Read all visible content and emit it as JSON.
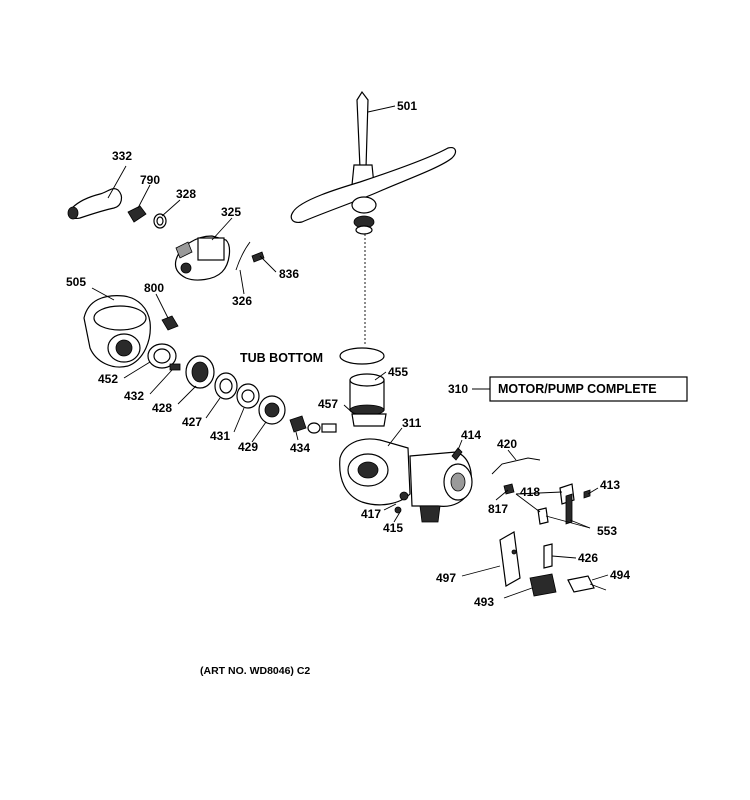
{
  "diagram": {
    "tub_bottom_label": "TUB BOTTOM",
    "assembly": {
      "ref": "310",
      "label": "MOTOR/PUMP COMPLETE"
    },
    "art_number": "(ART NO. WD8046) C2",
    "parts": [
      {
        "id": "p501",
        "number": "501"
      },
      {
        "id": "p332",
        "number": "332"
      },
      {
        "id": "p790",
        "number": "790"
      },
      {
        "id": "p328",
        "number": "328"
      },
      {
        "id": "p325",
        "number": "325"
      },
      {
        "id": "p836",
        "number": "836"
      },
      {
        "id": "p326",
        "number": "326"
      },
      {
        "id": "p505",
        "number": "505"
      },
      {
        "id": "p800",
        "number": "800"
      },
      {
        "id": "p455",
        "number": "455"
      },
      {
        "id": "p457",
        "number": "457"
      },
      {
        "id": "p452",
        "number": "452"
      },
      {
        "id": "p432",
        "number": "432"
      },
      {
        "id": "p428",
        "number": "428"
      },
      {
        "id": "p427",
        "number": "427"
      },
      {
        "id": "p431",
        "number": "431"
      },
      {
        "id": "p429",
        "number": "429"
      },
      {
        "id": "p434",
        "number": "434"
      },
      {
        "id": "p311",
        "number": "311"
      },
      {
        "id": "p414",
        "number": "414"
      },
      {
        "id": "p420",
        "number": "420"
      },
      {
        "id": "p418",
        "number": "418"
      },
      {
        "id": "p413",
        "number": "413"
      },
      {
        "id": "p817",
        "number": "817"
      },
      {
        "id": "p417",
        "number": "417"
      },
      {
        "id": "p415",
        "number": "415"
      },
      {
        "id": "p553",
        "number": "553"
      },
      {
        "id": "p426",
        "number": "426"
      },
      {
        "id": "p497",
        "number": "497"
      },
      {
        "id": "p494",
        "number": "494"
      },
      {
        "id": "p493",
        "number": "493"
      }
    ]
  }
}
